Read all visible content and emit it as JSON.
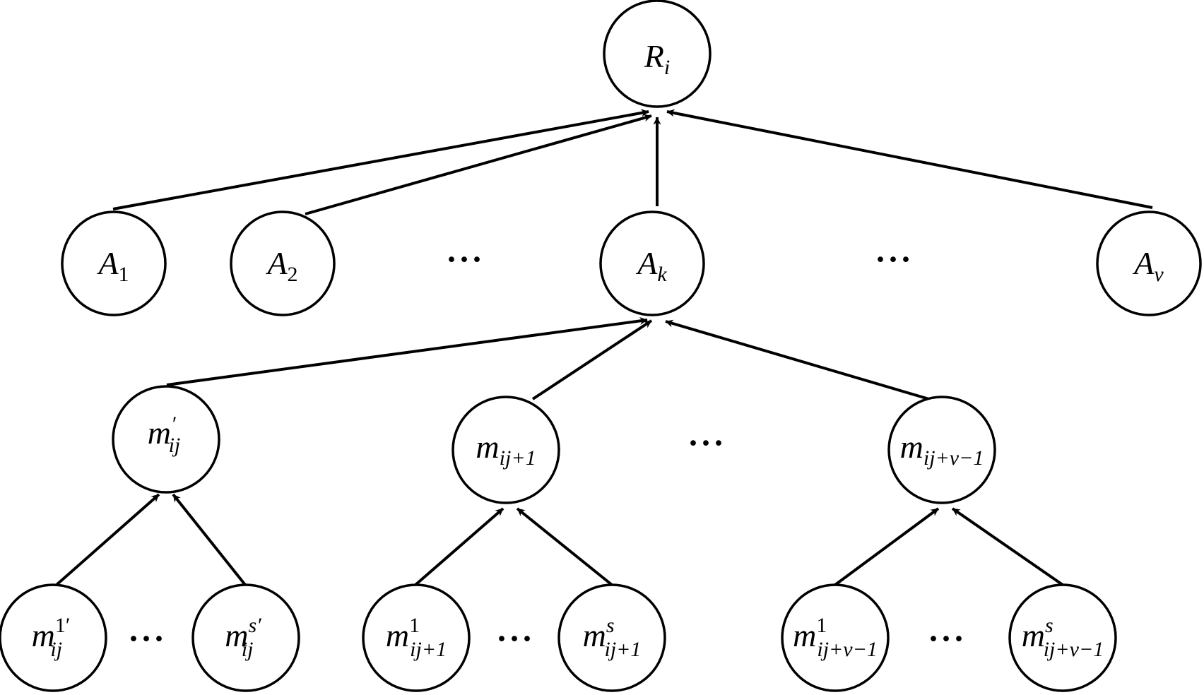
{
  "diagram": {
    "root": {
      "main": "R",
      "sub": "i",
      "sup": ""
    },
    "level1": [
      {
        "main": "A",
        "sub": "1",
        "sup": ""
      },
      {
        "main": "A",
        "sub": "2",
        "sup": ""
      },
      {
        "main": "A",
        "sub": "k",
        "sup": ""
      },
      {
        "main": "A",
        "sub": "v",
        "sup": ""
      }
    ],
    "level2": [
      {
        "main": "m",
        "sub": "ij",
        "sup": "′"
      },
      {
        "main": "m",
        "sub": "ij+1",
        "sup": ""
      },
      {
        "main": "m",
        "sub": "ij+v−1",
        "sup": ""
      }
    ],
    "level3": [
      {
        "main": "m",
        "sub": "ij",
        "sup": "1′"
      },
      {
        "main": "m",
        "sub": "ij",
        "sup": "s′"
      },
      {
        "main": "m",
        "sub": "ij+1",
        "sup": "1"
      },
      {
        "main": "m",
        "sub": "ij+1",
        "sup": "s"
      },
      {
        "main": "m",
        "sub": "ij+v−1",
        "sup": "1"
      },
      {
        "main": "m",
        "sub": "ij+v−1",
        "sup": "s"
      }
    ],
    "ellipsis": "···",
    "colors": {
      "stroke": "#000000",
      "fill": "#ffffff"
    }
  }
}
